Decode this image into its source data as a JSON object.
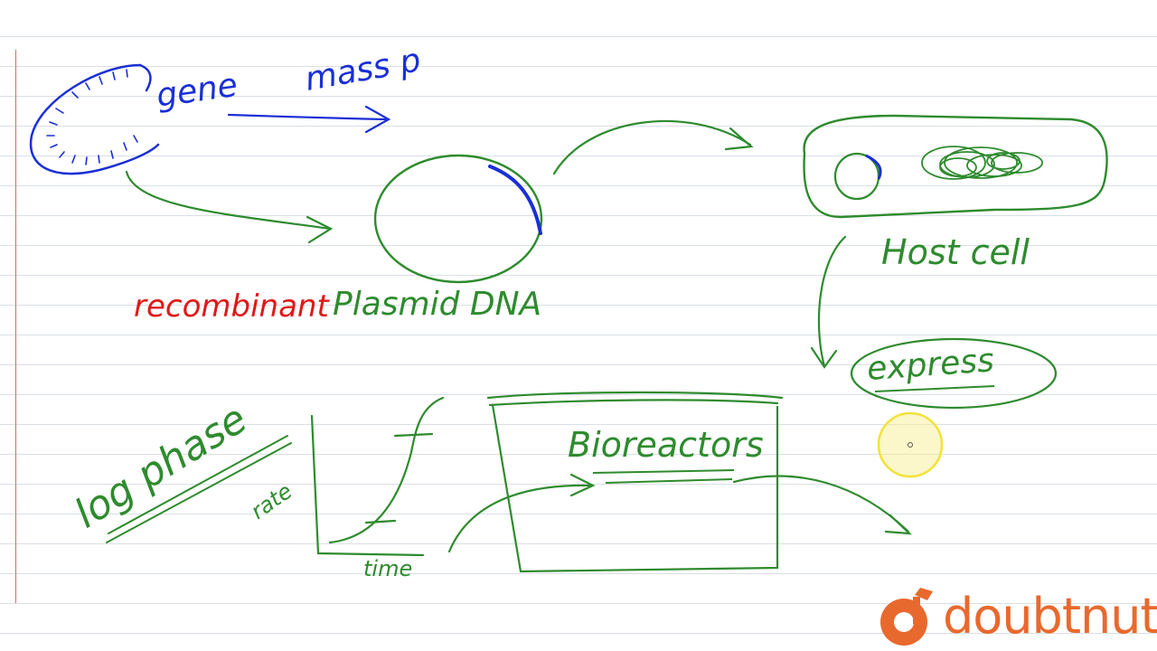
{
  "diagram": {
    "gene_label": "gene",
    "mass_label": "mass p",
    "recombinant_label": "recombinant",
    "plasmid_label": "Plasmid DNA",
    "host_cell_label": "Host cell",
    "express_label": "express",
    "bioreactors_label": "Bioreactors",
    "log_phase_label": "log phase",
    "rate_label": "rate",
    "time_label": "time"
  },
  "brand": {
    "logo_text": "doubtnut"
  },
  "colors": {
    "ink_green": "#2e8b2e",
    "ink_blue": "#1a2fd6",
    "ink_red": "#e01818",
    "brand_orange": "#e8692e",
    "cursor_yellow": "#f2e23a"
  }
}
